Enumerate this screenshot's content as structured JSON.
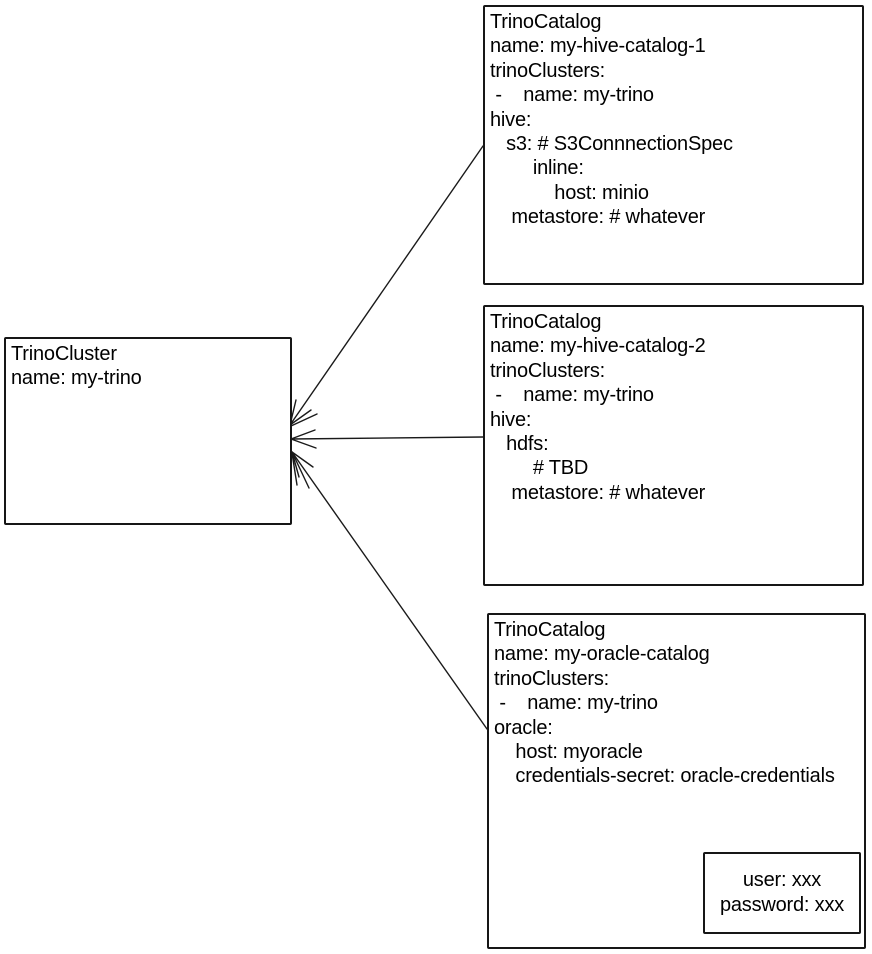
{
  "page": {
    "background_color": "#ffffff",
    "stroke_color": "#1a1a1a"
  },
  "cluster_box": {
    "lines": [
      "TrinoCluster",
      "name: my-trino"
    ]
  },
  "catalog_boxes": [
    {
      "lines": [
        "TrinoCatalog",
        "name: my-hive-catalog-1",
        "trinoClusters:",
        " -    name: my-trino",
        "hive:",
        "   s3: # S3ConnnectionSpec",
        "        inline:",
        "            host: minio",
        "    metastore: # whatever"
      ]
    },
    {
      "lines": [
        "TrinoCatalog",
        "name: my-hive-catalog-2",
        "trinoClusters:",
        " -    name: my-trino",
        "hive:",
        "   hdfs:",
        "        # TBD",
        "    metastore: # whatever"
      ]
    },
    {
      "lines": [
        "TrinoCatalog",
        "name: my-oracle-catalog",
        "trinoClusters:",
        " -    name: my-trino",
        "oracle:",
        "    host: myoracle",
        "    credentials-secret: oracle-credentials"
      ]
    }
  ],
  "secret_box": {
    "lines": [
      "user: xxx",
      "password: xxx"
    ]
  }
}
